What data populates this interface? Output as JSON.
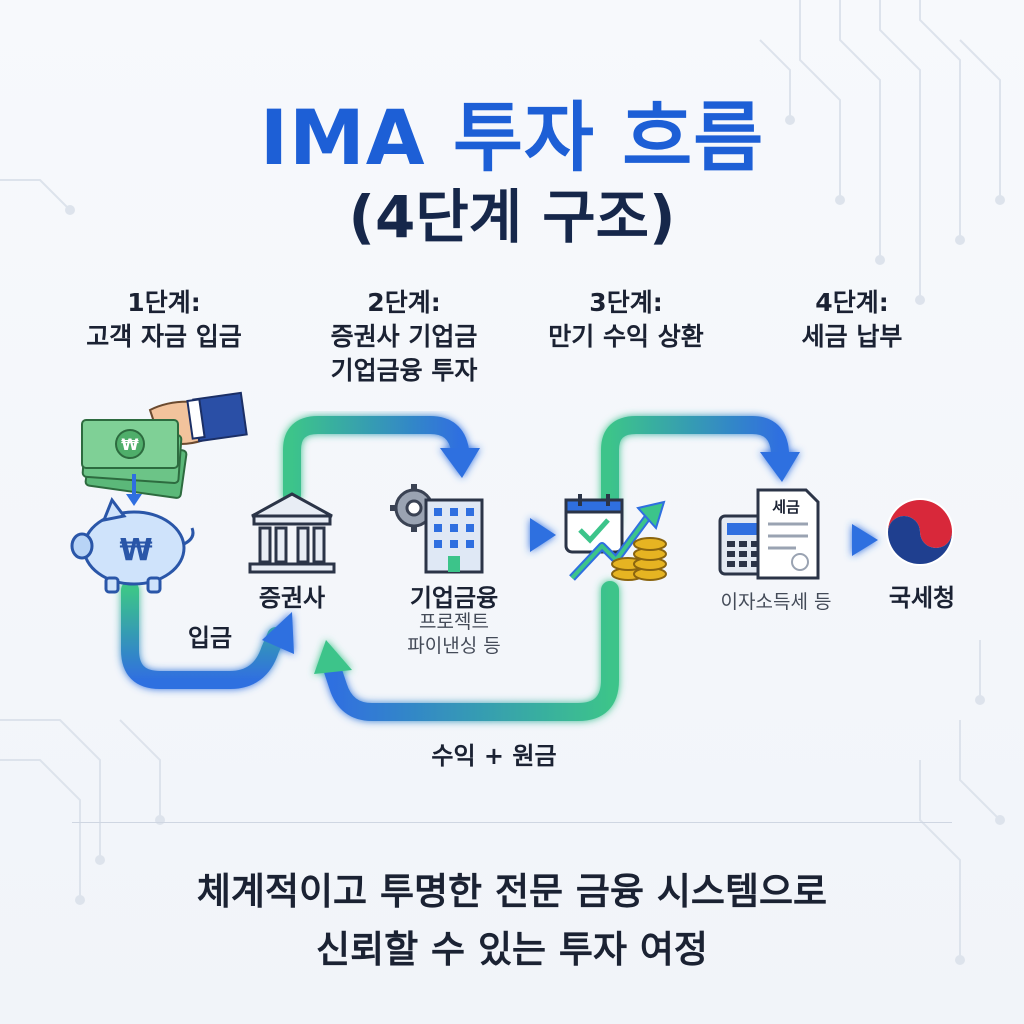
{
  "title": {
    "main": "IMA 투자 흐름",
    "sub": "(4단계 구조)"
  },
  "steps": [
    {
      "label": "1단계:",
      "desc_lines": [
        "고객 자금 입금"
      ]
    },
    {
      "label": "2단계:",
      "desc_lines": [
        "증권사 기업금",
        "기업금융 투자"
      ]
    },
    {
      "label": "3단계:",
      "desc_lines": [
        "만기 수익 상환"
      ]
    },
    {
      "label": "4단계:",
      "desc_lines": [
        "세금 납부"
      ]
    }
  ],
  "nodes": {
    "deposit_label": "입금",
    "securities_firm": "증권사",
    "corporate_finance": "기업금융",
    "corporate_finance_sub": [
      "프로젝트",
      "파이낸싱 등"
    ],
    "tax_doc_title": "세금",
    "tax_sub": "이자소득세 등",
    "nts": "국세청",
    "return_label": "수익 + 원금",
    "currency_symbol": "₩"
  },
  "footer": {
    "lines": [
      "체계적이고 투명한 전문 금융 시스템으로",
      "신뢰할 수 있는 투자 여정"
    ]
  },
  "colors": {
    "title_blue": "#1d5fd6",
    "title_navy": "#16274a",
    "arrow_green": "#3cc48a",
    "arrow_blue": "#2f6fe0",
    "money_green": "#4fae6a",
    "nts_red": "#d8283a",
    "nts_blue": "#1f3f8f",
    "coin_gold": "#e6b422"
  },
  "icons": [
    "hand-icon",
    "banknote-icon",
    "piggy-bank-icon",
    "bank-building-icon",
    "gear-icon",
    "office-building-icon",
    "calendar-icon",
    "growth-arrow-icon",
    "coins-icon",
    "calculator-icon",
    "tax-document-icon",
    "nts-emblem-icon"
  ]
}
